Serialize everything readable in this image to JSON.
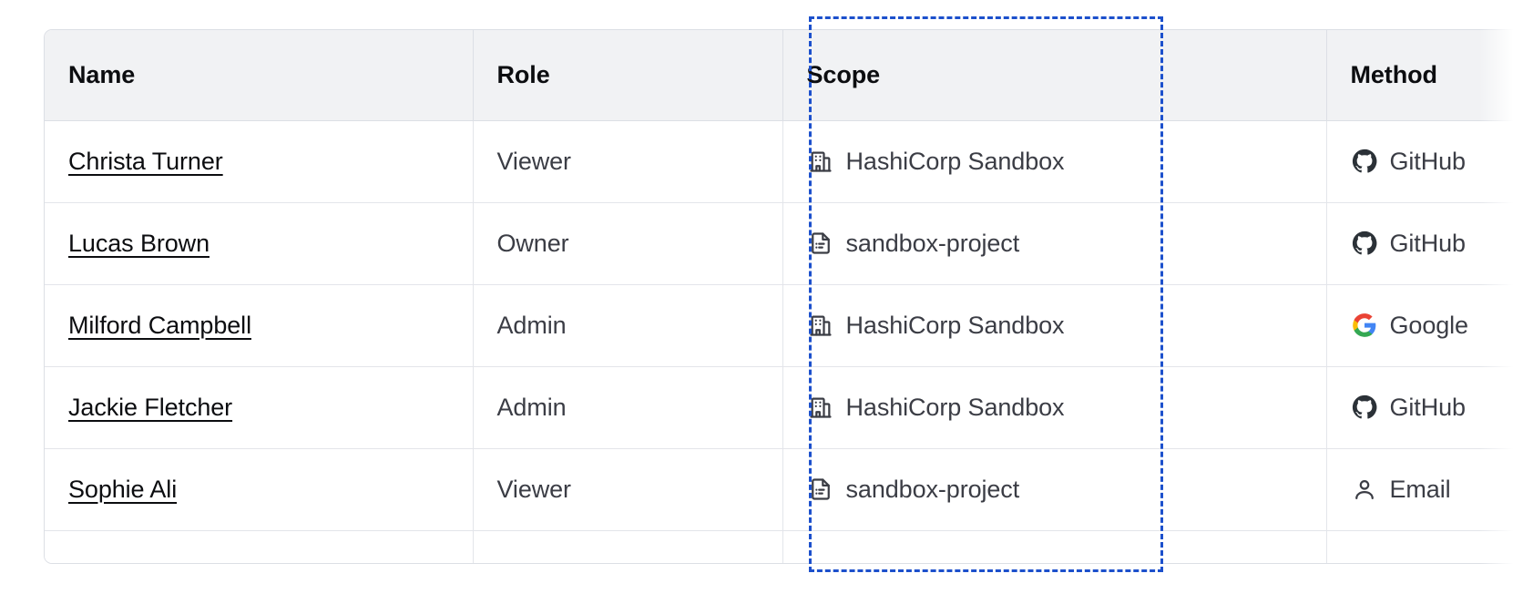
{
  "table": {
    "columns": [
      {
        "key": "name",
        "label": "Name"
      },
      {
        "key": "role",
        "label": "Role"
      },
      {
        "key": "scope",
        "label": "Scope"
      },
      {
        "key": "method",
        "label": "Method"
      }
    ],
    "rows": [
      {
        "name": "Christa Turner",
        "role": "Viewer",
        "scope": "HashiCorp Sandbox",
        "scope_icon": "organization-building-icon",
        "method": "GitHub",
        "method_icon": "github-icon"
      },
      {
        "name": "Lucas Brown",
        "role": "Owner",
        "scope": "sandbox-project",
        "scope_icon": "project-document-icon",
        "method": "GitHub",
        "method_icon": "github-icon"
      },
      {
        "name": "Milford Campbell",
        "role": "Admin",
        "scope": "HashiCorp Sandbox",
        "scope_icon": "organization-building-icon",
        "method": "Google",
        "method_icon": "google-icon"
      },
      {
        "name": "Jackie Fletcher",
        "role": "Admin",
        "scope": "HashiCorp Sandbox",
        "scope_icon": "organization-building-icon",
        "method": "GitHub",
        "method_icon": "github-icon"
      },
      {
        "name": "Sophie Ali",
        "role": "Viewer",
        "scope": "sandbox-project",
        "scope_icon": "project-document-icon",
        "method": "Email",
        "method_icon": "user-person-icon"
      }
    ]
  },
  "highlight": {
    "target_column": "Scope",
    "style": "dashed",
    "color": "#1c50cc"
  },
  "colors": {
    "header_background": "#f1f2f4",
    "header_text": "#0c0d10",
    "body_text": "#3b3d45",
    "link_text": "#0c0d10",
    "border": "#dcdfe5",
    "row_border": "#e3e5ea",
    "highlight": "#1c50cc",
    "google_blue": "#4285f4",
    "google_red": "#ea4335",
    "google_yellow": "#fbbc05",
    "google_green": "#34a853",
    "icon_dark": "#3b3d45"
  }
}
